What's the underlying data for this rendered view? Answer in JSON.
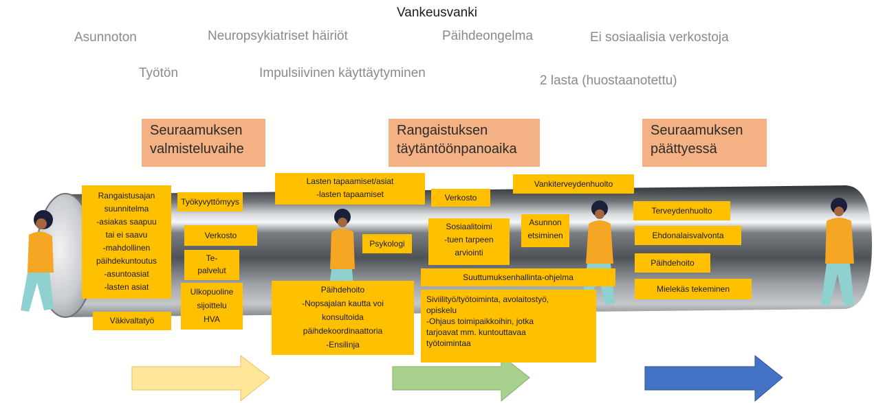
{
  "title": "Vankeusvanki",
  "traits": {
    "t1": "Asunnoton",
    "t2": "Neuropsykiatriset häiriöt",
    "t3": "Päihdeongelma",
    "t4": "Ei sosiaalisia verkostoja",
    "t5": "Työtön",
    "t6": "Impulsiivinen  käyttäytyminen",
    "t7": "2 lasta (huostaanotettu)"
  },
  "phases": [
    {
      "line1": "Seuraamuksen",
      "line2": "valmisteluvaihe"
    },
    {
      "line1": "Rangaistuksen",
      "line2": "täytäntöönpanoaika"
    },
    {
      "line1": "Seuraamuksen",
      "line2": "päättyessä"
    }
  ],
  "notes": {
    "plan": [
      "Rangaistusajan",
      "suunnitelma",
      "-asiakas saapuu",
      "tai ei saavu",
      "-mahdollinen",
      "päihdekuntoutus",
      "-asuntoasiat",
      "-lasten asiat"
    ],
    "violence": "Väkivaltatyö",
    "work_incapacity": "Työkyvyttömyys",
    "network1": "Verkosto",
    "te": [
      "Te-",
      "palvelut"
    ],
    "external": [
      "Ulkopuoline",
      "sijoittelu",
      "HVA"
    ],
    "children": [
      "Lasten tapaamiset/asiat",
      "-lasten tapaamiset"
    ],
    "psychologist": "Psykologi",
    "substance_care1": [
      "Päihdehoito",
      "-Nopsajalan kautta voi",
      "konsultoida",
      "päihdekoordinaattoria",
      "-Ensilinja"
    ],
    "network2": "Verkosto",
    "social": [
      "Sosiaalitoimi",
      "-tuen tarpeen",
      "arviointi"
    ],
    "housing": [
      "Asunnon",
      "etsiminen"
    ],
    "prison_health": "Vankiterveydenhuolto",
    "reentry": "Suuttumuksenhallinta-ohjelma",
    "civil": [
      "Siviilityö/työtoiminta, avolaitostyö,",
      "opiskelu",
      "-Ohjaus toimipaikkoihin, jotka",
      "tarjoavat mm.  kuntouttavaa",
      "työtoimintaa"
    ],
    "health": "Terveydenhuolto",
    "parole": "Ehdonalaisvalvonta",
    "substance_care2": "Päihdehoito",
    "meaningful": "Mielekäs tekeminen"
  },
  "colors": {
    "phase_box": "#f4b183",
    "note_box": "#ffc000",
    "arrow1": "#ffe699",
    "arrow2": "#a9d18e",
    "arrow3": "#4472c4",
    "person_jacket": "#f5a623",
    "person_pants": "#8fd1cf"
  }
}
